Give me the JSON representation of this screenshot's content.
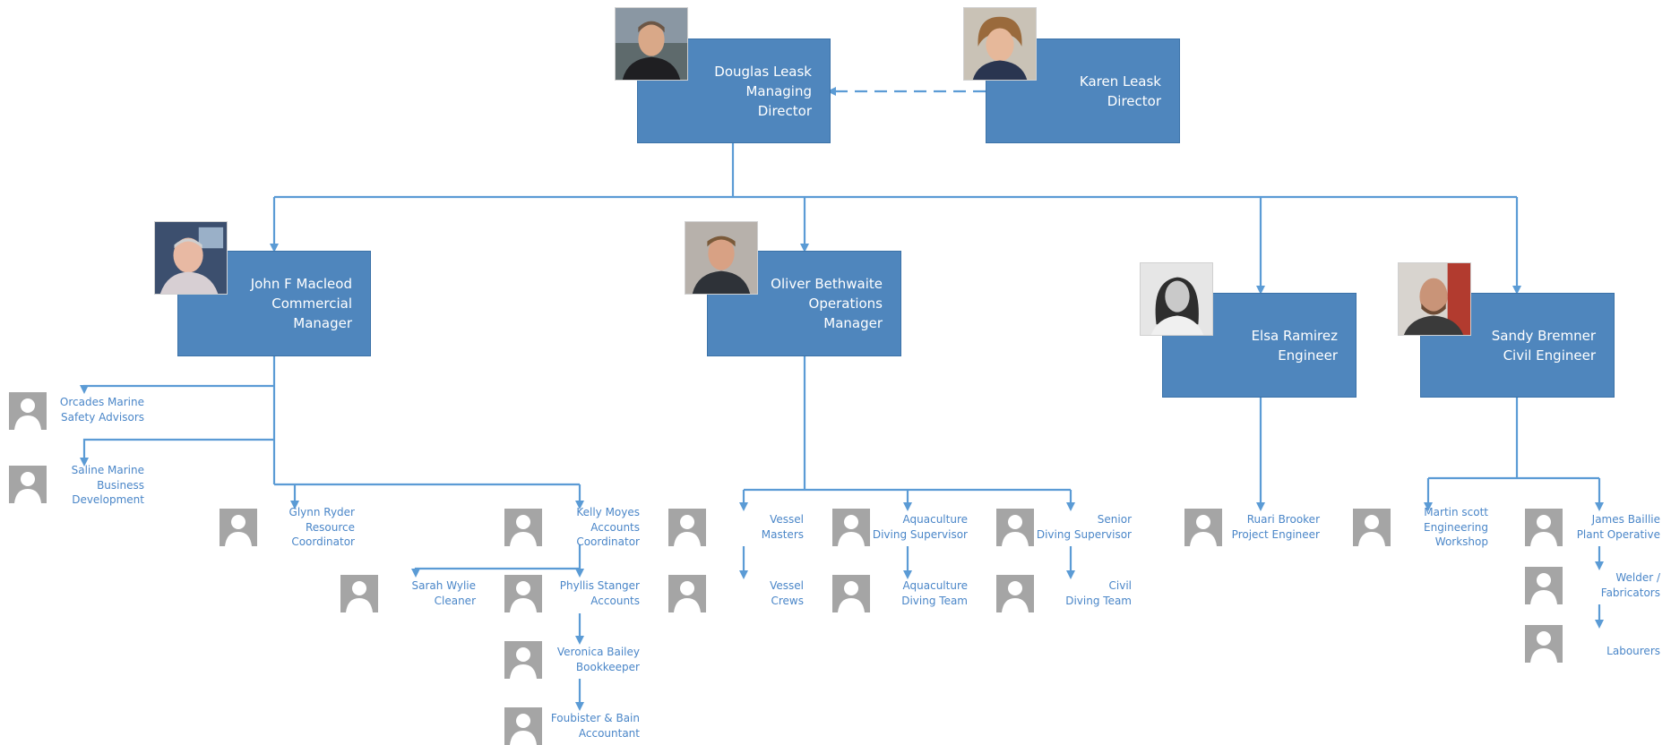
{
  "colors": {
    "box_fill": "#4f86bd",
    "line": "#5b9bd5",
    "text_small": "#4a86c8",
    "avatar": "#a5a5a5"
  },
  "top": {
    "douglas": [
      "Douglas Leask",
      "Managing",
      "Director"
    ],
    "karen": [
      "Karen Leask",
      "Director"
    ]
  },
  "managers": {
    "john": [
      "John F Macleod",
      "Commercial",
      "Manager"
    ],
    "oliver": [
      "Oliver Bethwaite",
      "Operations",
      "Manager"
    ],
    "elsa": [
      "Elsa Ramirez",
      "Engineer"
    ],
    "sandy": [
      "Sandy Bremner",
      "Civil Engineer"
    ]
  },
  "staff": {
    "orcades": [
      "Orcades Marine",
      "Safety Advisors"
    ],
    "saline": [
      "Saline Marine",
      "Business",
      "Development"
    ],
    "glynn": [
      "Glynn Ryder",
      "Resource",
      "Coordinator"
    ],
    "kelly": [
      "Kelly Moyes",
      "Accounts",
      "Coordinator"
    ],
    "sarah": [
      "Sarah Wylie",
      "Cleaner"
    ],
    "phyllis": [
      "Phyllis Stanger",
      "Accounts"
    ],
    "veronica": [
      "Veronica Bailey",
      "Bookkeeper"
    ],
    "foubister": [
      "Foubister & Bain",
      "Accountant"
    ],
    "vessel_masters": [
      "Vessel",
      "Masters"
    ],
    "vessel_crews": [
      "Vessel",
      "Crews"
    ],
    "aqua_supervisor": [
      "Aquaculture",
      "Diving Supervisor"
    ],
    "aqua_team": [
      "Aquaculture",
      "Diving Team"
    ],
    "senior_supervisor": [
      "Senior",
      "Diving Supervisor"
    ],
    "civil_team": [
      "Civil",
      "Diving Team"
    ],
    "ruari": [
      "Ruari Brooker",
      "Project Engineer"
    ],
    "martin": [
      "Martin scott",
      "Engineering",
      "Workshop"
    ],
    "james": [
      "James Baillie",
      "Plant Operative"
    ],
    "welder": [
      "Welder /",
      "Fabricators"
    ],
    "labourers": [
      "Labourers"
    ]
  }
}
